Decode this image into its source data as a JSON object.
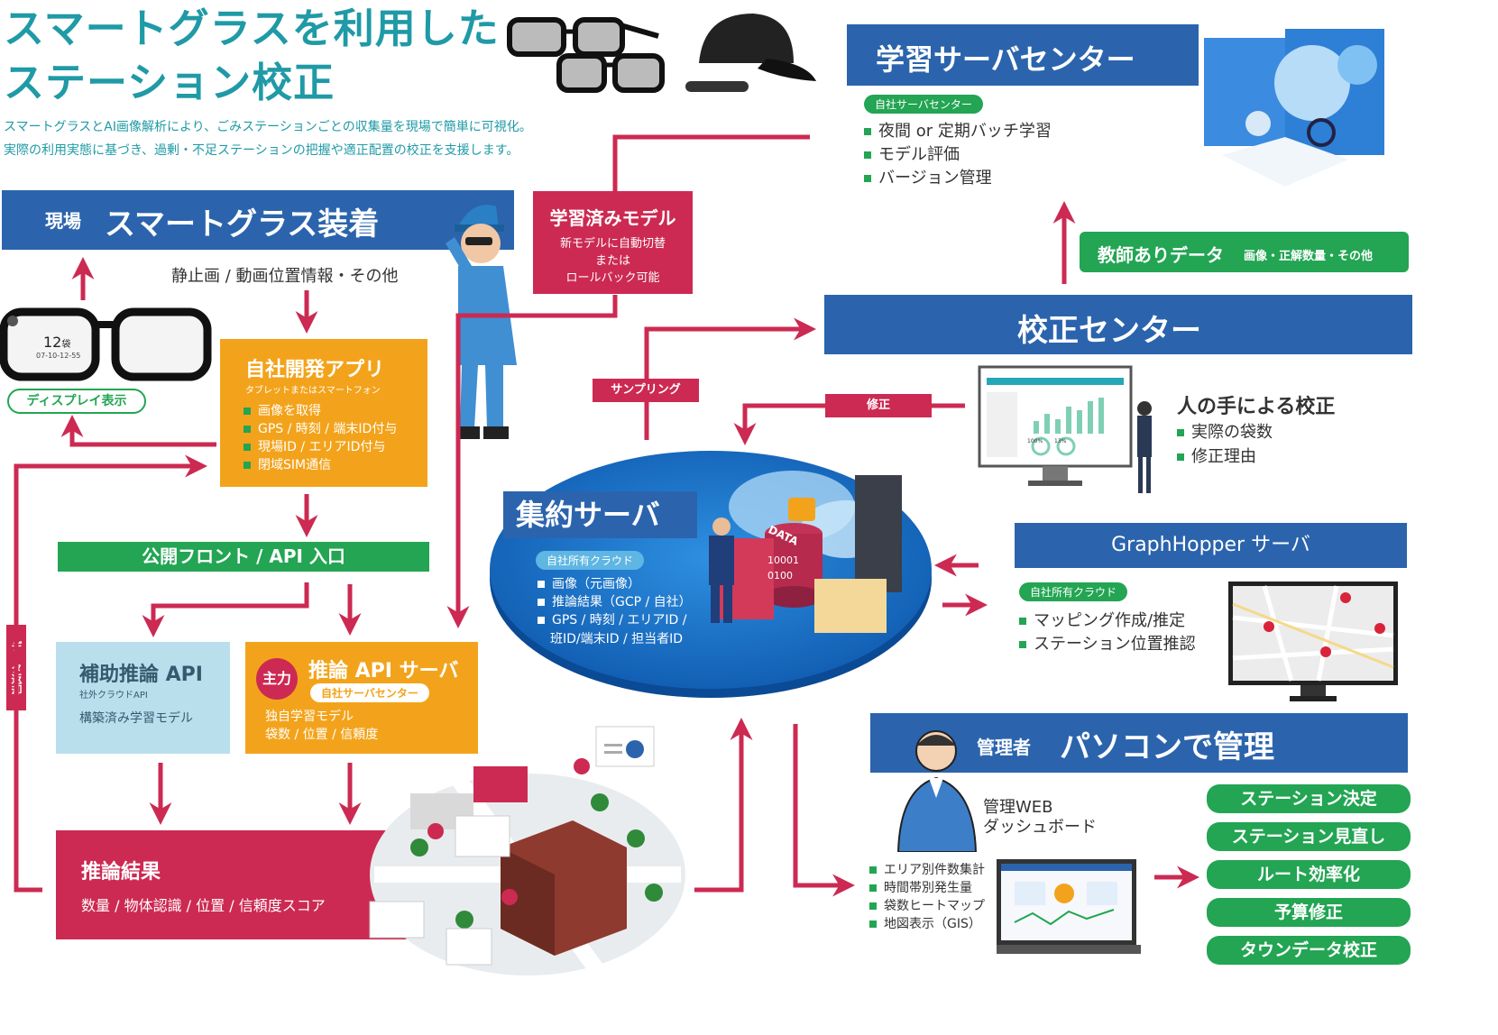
{
  "header": {
    "title_line1": "スマートグラスを利用した",
    "title_line2": "ステーション校正",
    "lead_line1": "スマートグラスとAI画像解析により、ごみステーションごとの収集量を現場で簡単に可視化。",
    "lead_line2": "実際の利用実態に基づき、過剰・不足ステーションの把握や適正配置の校正を支援します。"
  },
  "field": {
    "tag": "現場",
    "title": "スマートグラス装着",
    "caption": "静止画 / 動画位置情報・その他",
    "display_label": "ディスプレイ表示",
    "hud_number": "12",
    "hud_unit": "袋",
    "hud_sub": "07-10-12-55"
  },
  "app": {
    "title": "自社開発アプリ",
    "subtitle": "タブレットまたはスマートフォン",
    "items": [
      "画像を取得",
      "GPS / 時刻 / 端末ID付与",
      "現場ID / エリアID付与",
      "閉域SIM通信"
    ]
  },
  "front": {
    "label": "公開フロント / API 入口"
  },
  "aux_api": {
    "title": "補助推論 API",
    "subtitle": "社外クラウドAPI",
    "desc": "構築済み学習モデル"
  },
  "main_api": {
    "badge": "主力",
    "title": "推論 API サーバ",
    "pill": "自社サーバセンター",
    "line1": "独自学習モデル",
    "line2": "袋数 / 位置 / 信頼度"
  },
  "result": {
    "title": "推論結果",
    "desc": "数量 / 物体認識 / 位置 / 信頼度スコア"
  },
  "return_label": "データ返却",
  "model": {
    "title": "学習済みモデル",
    "line1": "新モデルに自動切替",
    "line2": "または",
    "line3": "ロールバック可能"
  },
  "sampling_label": "サンプリング",
  "fix_label": "修正",
  "aggregate": {
    "title": "集約サーバ",
    "pill": "自社所有クラウド",
    "items": [
      "画像（元画像）",
      "推論結果（GCP / 自社）",
      "GPS / 時刻 / エリアID /"
    ],
    "item_cont": "班ID/端末ID / 担当者ID",
    "data_label": "DATA",
    "binary1": "10001",
    "binary2": "0100"
  },
  "learning": {
    "title": "学習サーバセンター",
    "pill": "自社サーバセンター",
    "items": [
      "夜間 or 定期バッチ学習",
      "モデル評価",
      "バージョン管理"
    ]
  },
  "teacher": {
    "label": "教師ありデータ",
    "sub": "画像・正解数量・その他"
  },
  "calib": {
    "title": "校正センター",
    "human_title": "人の手による校正",
    "items": [
      "実際の袋数",
      "修正理由"
    ],
    "gauge1": "100%",
    "gauge2": "13%"
  },
  "graphhopper": {
    "title": "GraphHopper サーバ",
    "pill": "自社所有クラウド",
    "items": [
      "マッピング作成/推定",
      "ステーション位置推認"
    ]
  },
  "admin": {
    "tag": "管理者",
    "title": "パソコンで管理",
    "dash_line1": "管理WEB",
    "dash_line2": "ダッシュボード",
    "items": [
      "エリア別件数集計",
      "時間帯別発生量",
      "袋数ヒートマップ",
      "地図表示（GIS）"
    ],
    "actions": [
      "ステーション決定",
      "ステーション見直し",
      "ルート効率化",
      "予算修正",
      "タウンデータ校正"
    ]
  },
  "colors": {
    "teal": "#1f9aa6",
    "blue": "#2b64ad",
    "green": "#23a553",
    "orange": "#f3a31b",
    "crimson": "#cc2a52",
    "lightblue": "#b9dfed"
  }
}
